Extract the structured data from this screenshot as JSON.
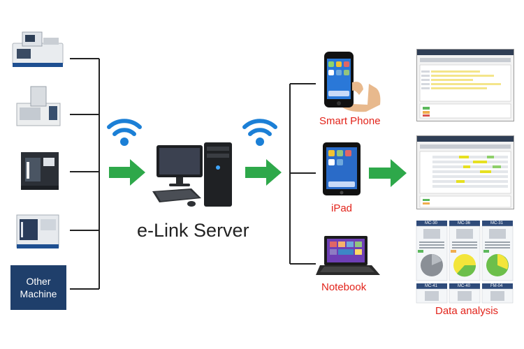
{
  "machines": [
    {
      "icon": "wire-edm-machine-icon"
    },
    {
      "icon": "edm-machine-icon"
    },
    {
      "icon": "vertical-machining-center-icon"
    },
    {
      "icon": "machining-center-icon"
    }
  ],
  "other_machine": {
    "line1": "Other",
    "line2": "Machine"
  },
  "server": {
    "label": "e-Link Server"
  },
  "devices": {
    "phone": "Smart Phone",
    "tablet": "iPad",
    "notebook": "Notebook"
  },
  "screens": {
    "dashboard_tiles": [
      "MC-30",
      "MC-36",
      "MC-31",
      "MC-41",
      "MC-40",
      "FM-04"
    ]
  },
  "data_analysis": {
    "label": "Data analysis"
  },
  "colors": {
    "arrow_green": "#2ea84a",
    "wifi_blue": "#1b7fd6",
    "label_red": "#e2231a",
    "other_box": "#1f3f6b",
    "connector_line": "#222222"
  }
}
